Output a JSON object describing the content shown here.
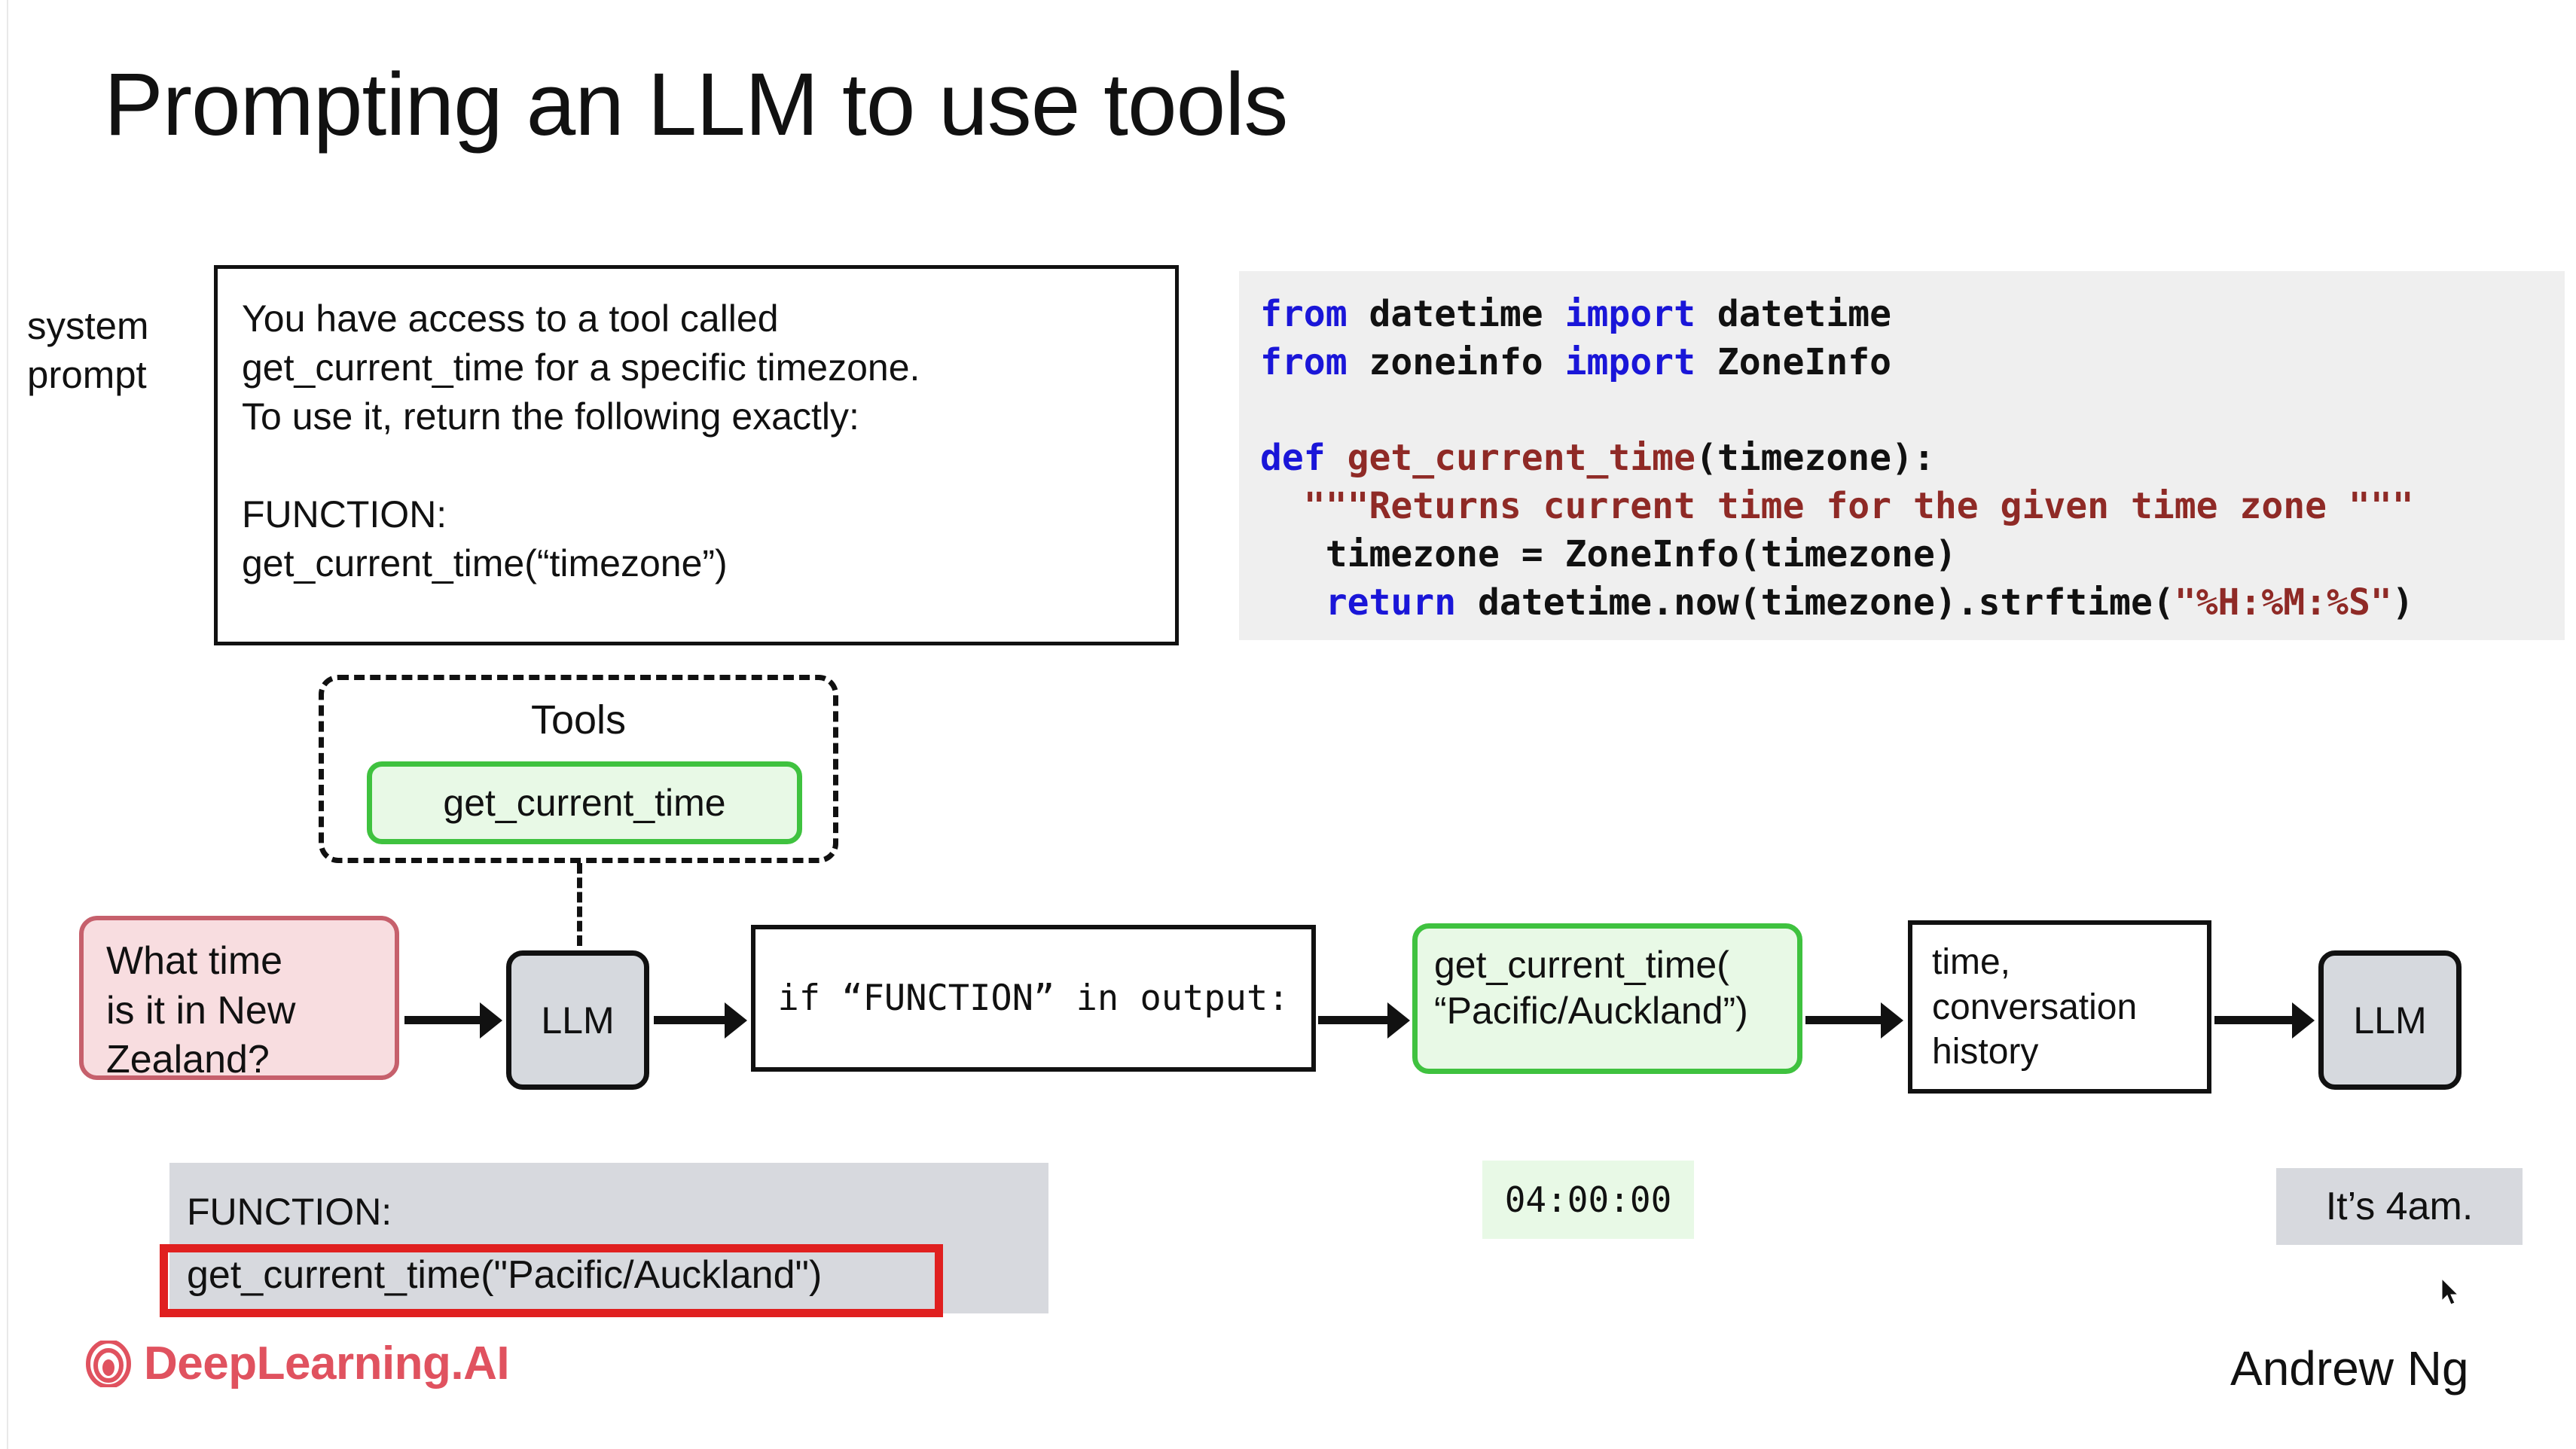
{
  "title": "Prompting an LLM to use tools",
  "system_prompt": {
    "label": "system\nprompt",
    "text": "You have access to a tool called\nget_current_time for a specific timezone.\nTo use it, return the following exactly:\n\nFUNCTION:\nget_current_time(“timezone”)"
  },
  "code": {
    "line1_kw1": "from",
    "line1_mod": " datetime ",
    "line1_kw2": "import",
    "line1_name": " datetime",
    "line2_kw1": "from",
    "line2_mod": " zoneinfo ",
    "line2_kw2": "import",
    "line2_name": " ZoneInfo",
    "line4_kw": "def",
    "line4_fn": " get_current_time",
    "line4_rest": "(timezone):",
    "line5_doc": "  \"\"\"Returns current time for the given time zone \"\"\"",
    "line6": "   timezone = ZoneInfo(timezone)",
    "line7_kw": "   return",
    "line7_rest": " datetime.now(timezone).strftime(",
    "line7_str": "\"%H:%M:%S\"",
    "line7_tail": ")"
  },
  "tools": {
    "title": "Tools",
    "chip": "get_current_time"
  },
  "flow": {
    "question": "What time\nis it in New\nZealand?",
    "llm_first": "LLM",
    "condition": "if “FUNCTION” in output:",
    "function_call": "get_current_time(\n“Pacific/Auckland”)",
    "history": "time,\nconversation\nhistory",
    "llm_second": "LLM"
  },
  "outputs": {
    "function_label": "FUNCTION:",
    "function_call": "get_current_time(\"Pacific/Auckland\")",
    "time_result": "04:00:00",
    "final_reply": "It’s 4am."
  },
  "footer": {
    "brand": "DeepLearning.AI",
    "author": "Andrew Ng"
  },
  "colors": {
    "green_border": "#3fc23f",
    "green_fill": "#e8f9e6",
    "pink_border": "#c6606c",
    "pink_fill": "#f8dde0",
    "grey_fill": "#d7d9de",
    "code_bg": "#efefef",
    "keyword_blue": "#1a16d8",
    "string_red": "#8f2a26",
    "highlight_red": "#e02020",
    "brand_red": "#e0525f"
  }
}
